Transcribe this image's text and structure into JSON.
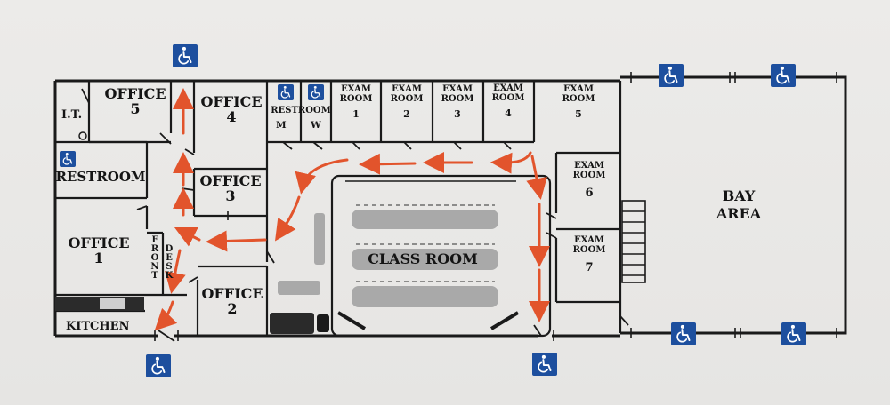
{
  "rooms": {
    "it": "I.T.",
    "office5": [
      "OFFICE",
      "5"
    ],
    "office4": [
      "OFFICE",
      "4"
    ],
    "office3": [
      "OFFICE",
      "3"
    ],
    "office2": [
      "OFFICE",
      "2"
    ],
    "office1": [
      "OFFICE",
      "1"
    ],
    "restroom_main": "RESTROOM",
    "restroom_top": "RESTROOM",
    "restroom_m": "M",
    "restroom_w": "W",
    "front_desk": [
      "F",
      "R",
      "O",
      "N",
      "T"
    ],
    "front_desk2": [
      "D",
      "E",
      "S",
      "K"
    ],
    "kitchen": "KITCHEN",
    "exam1": [
      "EXAM",
      "ROOM",
      "1"
    ],
    "exam2": [
      "EXAM",
      "ROOM",
      "2"
    ],
    "exam3": [
      "EXAM",
      "ROOM",
      "3"
    ],
    "exam4": [
      "EXAM",
      "ROOM",
      "4"
    ],
    "exam5": [
      "EXAM",
      "ROOM",
      "5"
    ],
    "exam6": [
      "EXAM",
      "ROOM",
      "6"
    ],
    "exam7": [
      "EXAM",
      "ROOM",
      "7"
    ],
    "classroom": "CLASS ROOM",
    "bay": [
      "BAY",
      "AREA"
    ]
  },
  "icons": {
    "accessible": "wheelchair-accessible-icon"
  },
  "colors": {
    "wall": "#1a1a1a",
    "route": "#e2542c",
    "ada": "#1d4f9e",
    "table": "#a9a9a9"
  }
}
